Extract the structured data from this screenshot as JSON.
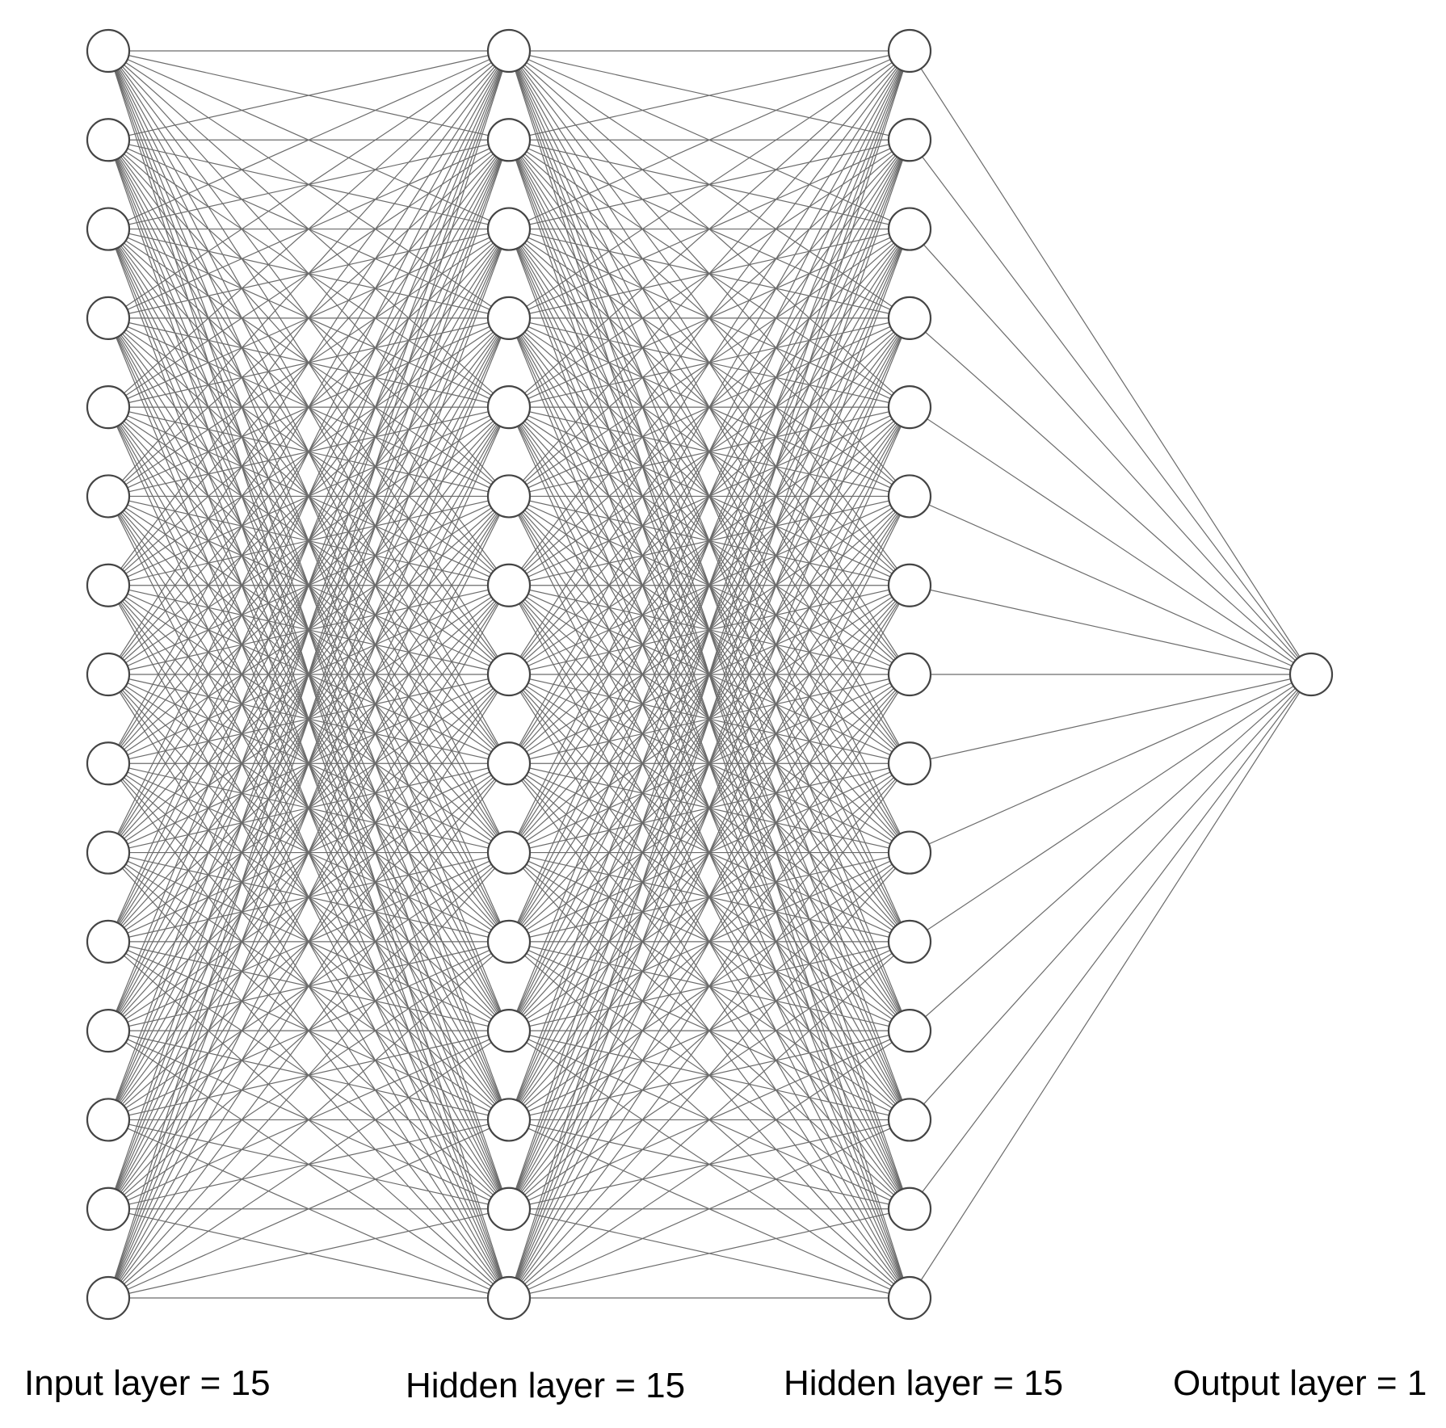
{
  "diagram": {
    "type": "neural-network",
    "edge_color": "#6b6b6b",
    "node_stroke_color": "#444444",
    "node_fill_color": "#ffffff",
    "layers": [
      {
        "label": "Input layer = 15",
        "units": 15
      },
      {
        "label": "Hidden layer = 15",
        "units": 15
      },
      {
        "label": "Hidden layer = 15",
        "units": 15
      },
      {
        "label": "Output layer = 1",
        "units": 1
      }
    ]
  }
}
